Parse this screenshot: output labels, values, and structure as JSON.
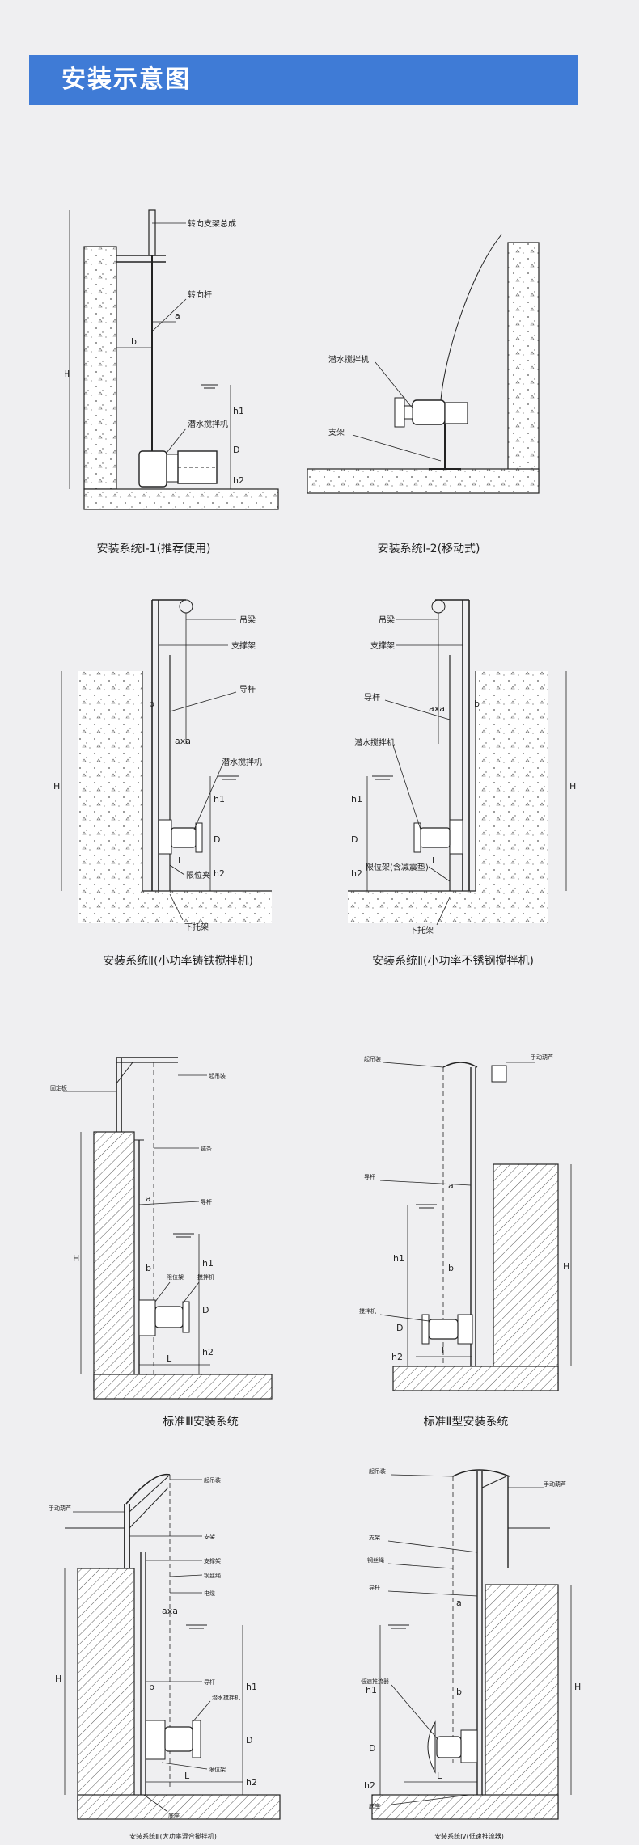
{
  "header": {
    "title": "安装示意图",
    "color": "#3f7bd6"
  },
  "figures": [
    {
      "id": "fig1",
      "caption": "安装系统Ⅰ-1(推荐使用)",
      "labels": [
        "转向支架总成",
        "转向杆",
        "潜水搅拌机"
      ],
      "dims": [
        "a",
        "b",
        "H",
        "h1",
        "D",
        "h2"
      ]
    },
    {
      "id": "fig2",
      "caption": "安装系统Ⅰ-2(移动式)",
      "labels": [
        "潜水搅拌机",
        "支架"
      ],
      "dims": []
    },
    {
      "id": "fig3",
      "caption": "安装系统Ⅱ(小功率铸铁搅拌机)",
      "labels": [
        "吊梁",
        "支撑架",
        "导杆",
        "潜水搅拌机",
        "限位夹",
        "下托架"
      ],
      "dims": [
        "b",
        "axa",
        "H",
        "h1",
        "D",
        "L",
        "h2"
      ]
    },
    {
      "id": "fig4",
      "caption": "安装系统Ⅱ(小功率不锈钢搅拌机)",
      "labels": [
        "吊梁",
        "支撑架",
        "导杆",
        "潜水搅拌机",
        "限位架(含减震垫)",
        "下托架"
      ],
      "dims": [
        "b",
        "axa",
        "H",
        "h1",
        "D",
        "L",
        "h2"
      ]
    },
    {
      "id": "fig5",
      "caption": "标准Ⅲ安装系统",
      "labels": [
        "固定板",
        "起吊装",
        "链条",
        "导杆",
        "限位架",
        "搅拌机"
      ],
      "dims": [
        "a",
        "b",
        "h1",
        "D",
        "H",
        "L",
        "h2"
      ]
    },
    {
      "id": "fig6",
      "caption": "标准Ⅱ型安装系统",
      "labels": [
        "起吊装",
        "手动葫芦",
        "导杆",
        "搅拌机"
      ],
      "dims": [
        "a",
        "b",
        "h1",
        "D",
        "H",
        "L",
        "h2"
      ]
    },
    {
      "id": "fig7",
      "caption": "安装系统Ⅲ(大功率混合搅拌机)",
      "labels": [
        "手动葫芦",
        "起吊装",
        "支架",
        "支撑架",
        "钢丝绳",
        "电缆",
        "导杆",
        "潜水搅拌机",
        "限位架",
        "底座"
      ],
      "dims": [
        "axa",
        "b",
        "h1",
        "D",
        "H",
        "L",
        "h2"
      ]
    },
    {
      "id": "fig8",
      "caption": "安装系统Ⅳ(低速推流器)",
      "labels": [
        "起吊装",
        "手动葫芦",
        "支架",
        "钢丝绳",
        "导杆",
        "低速推流器",
        "底座"
      ],
      "dims": [
        "a",
        "b",
        "h1",
        "D",
        "H",
        "L",
        "h2"
      ]
    }
  ]
}
